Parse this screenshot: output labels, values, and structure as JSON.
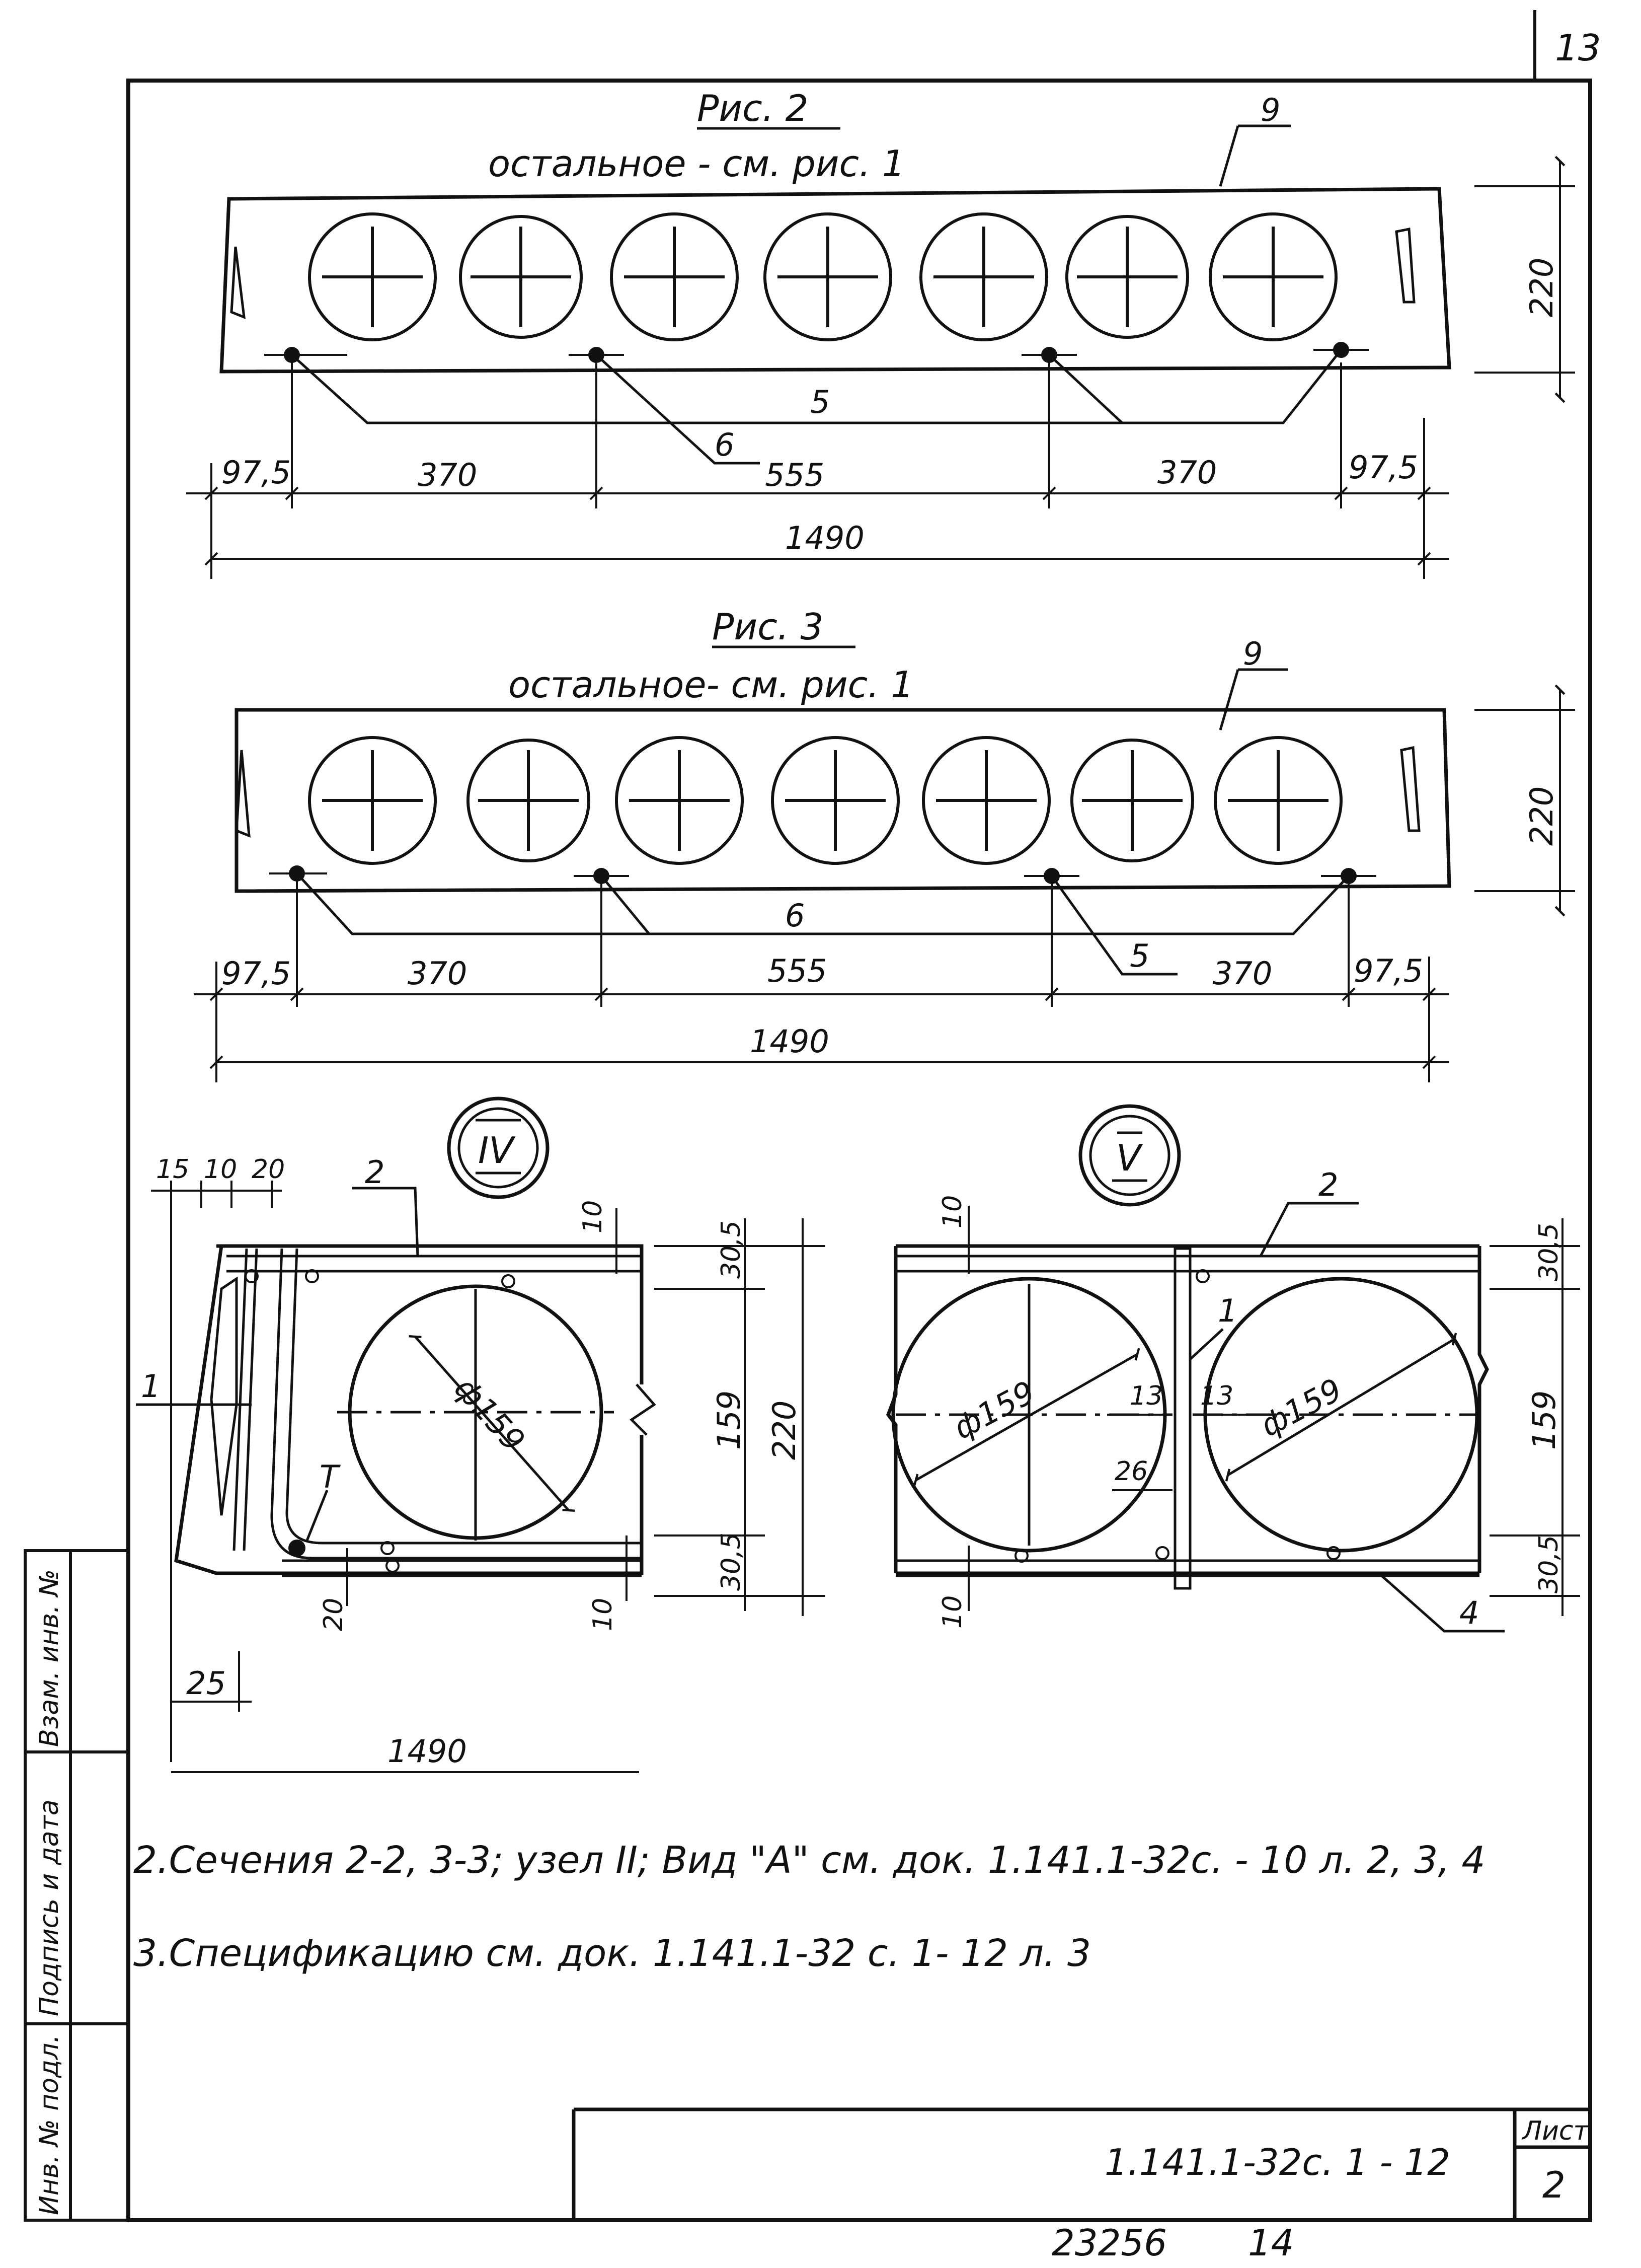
{
  "page_number": "13",
  "fig2": {
    "title": "Рис. 2",
    "subtitle": "остальное - см. рис. 1",
    "callout_top": "9",
    "callout_mid": "5",
    "callout_low": "6",
    "height_dim": "220",
    "dims": [
      "97,5",
      "370",
      "555",
      "370",
      "97,5"
    ],
    "total": "1490"
  },
  "fig3": {
    "title": "Рис. 3",
    "subtitle": "остальное- см. рис. 1",
    "callout_top": "9",
    "callout_mid": "6",
    "callout_low": "5",
    "height_dim": "220",
    "dims": [
      "97,5",
      "370",
      "555",
      "370",
      "97,5"
    ],
    "total": "1490"
  },
  "node4": {
    "label": "IV",
    "top_dims": [
      "15",
      "10",
      "20"
    ],
    "callout_bar": "2",
    "callout_left": "1",
    "callout_t": "T",
    "dim_10_top": "10",
    "dim_10_bottom": "10",
    "dim_20": "20",
    "dim_25": "25",
    "dim_1490": "1490",
    "diameter": "ф159",
    "right_dims": [
      "30,5",
      "159",
      "30,5"
    ],
    "right_total": "220"
  },
  "node5": {
    "label": "V",
    "callout_bar": "2",
    "callout_1": "1",
    "callout_4": "4",
    "dim_10_top": "10",
    "dim_10_bottom": "10",
    "dim_13a": "13",
    "dim_13b": "13",
    "dim_26": "26",
    "diameter_left": "ф159",
    "diameter_right": "ф159",
    "right_dims": [
      "30,5",
      "159",
      "30,5"
    ]
  },
  "notes": [
    "2.Сечения 2-2, 3-3; узел II; Вид \"А\" см. док. 1.141.1-32с. - 10 л. 2, 3, 4",
    "3.Спецификацию см. док. 1.141.1-32 с. 1- 12 л. 3"
  ],
  "side_stamp": [
    "Инв. № подл.",
    "Подпись и дата",
    "Взам. инв. №"
  ],
  "title_block": {
    "doc_code": "1.141.1-32с. 1 - 12",
    "sheet_label": "Лист",
    "sheet_number": "2"
  },
  "footer": {
    "archive_number": "23256",
    "page_index": "14"
  }
}
